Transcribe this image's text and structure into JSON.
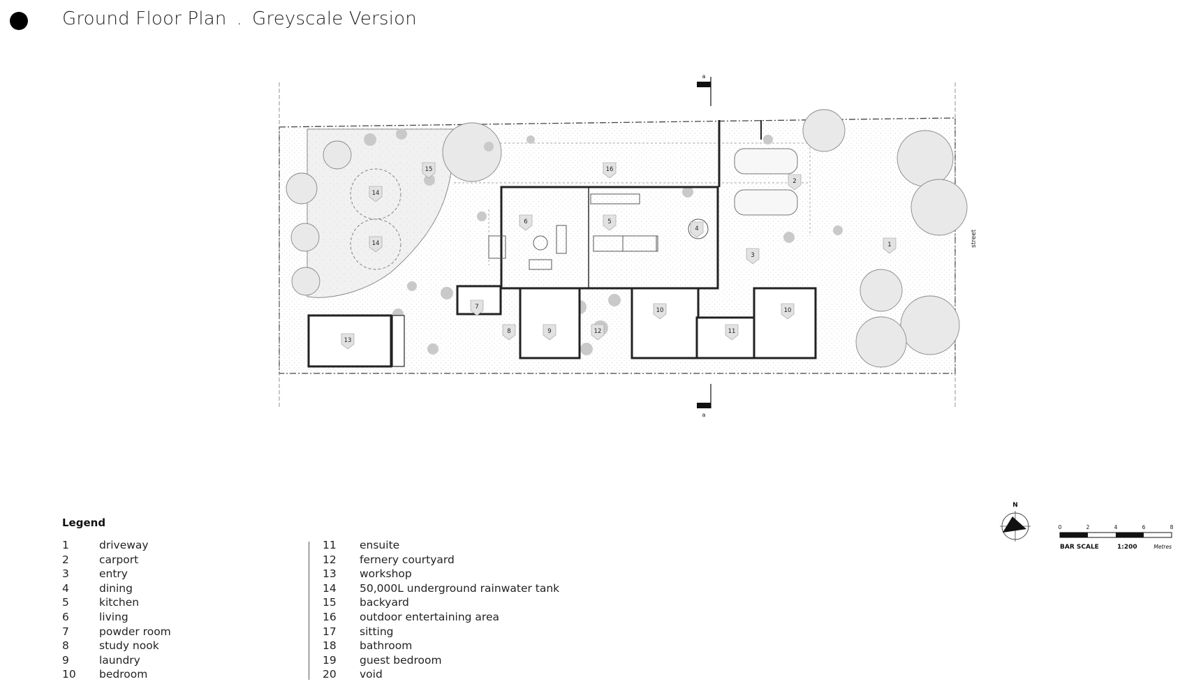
{
  "header": {
    "title": "Ground Floor Plan",
    "separator": ".",
    "subtitle": "Greyscale Version"
  },
  "plan": {
    "section_marker": "a",
    "street_label": "street",
    "room_numbers": [
      "15",
      "16",
      "14",
      "14",
      "6",
      "5",
      "4",
      "2",
      "3",
      "1",
      "7",
      "8",
      "9",
      "12",
      "10",
      "11",
      "10",
      "13"
    ]
  },
  "legend": {
    "title": "Legend",
    "items": [
      {
        "num": "1",
        "label": "driveway"
      },
      {
        "num": "2",
        "label": "carport"
      },
      {
        "num": "3",
        "label": "entry"
      },
      {
        "num": "4",
        "label": "dining"
      },
      {
        "num": "5",
        "label": "kitchen"
      },
      {
        "num": "6",
        "label": "living"
      },
      {
        "num": "7",
        "label": "powder room"
      },
      {
        "num": "8",
        "label": "study nook"
      },
      {
        "num": "9",
        "label": "laundry"
      },
      {
        "num": "10",
        "label": "bedroom"
      },
      {
        "num": "11",
        "label": "ensuite"
      },
      {
        "num": "12",
        "label": "fernery courtyard"
      },
      {
        "num": "13",
        "label": "workshop"
      },
      {
        "num": "14",
        "label": "50,000L underground rainwater tank"
      },
      {
        "num": "15",
        "label": "backyard"
      },
      {
        "num": "16",
        "label": "outdoor entertaining area"
      },
      {
        "num": "17",
        "label": "sitting"
      },
      {
        "num": "18",
        "label": "bathroom"
      },
      {
        "num": "19",
        "label": "guest bedroom"
      },
      {
        "num": "20",
        "label": "void"
      }
    ]
  },
  "north": {
    "label": "N"
  },
  "scale": {
    "label": "BAR SCALE",
    "ratio": "1:200",
    "unit": "Metres",
    "ticks": [
      "0",
      "2",
      "4",
      "6",
      "8"
    ]
  }
}
